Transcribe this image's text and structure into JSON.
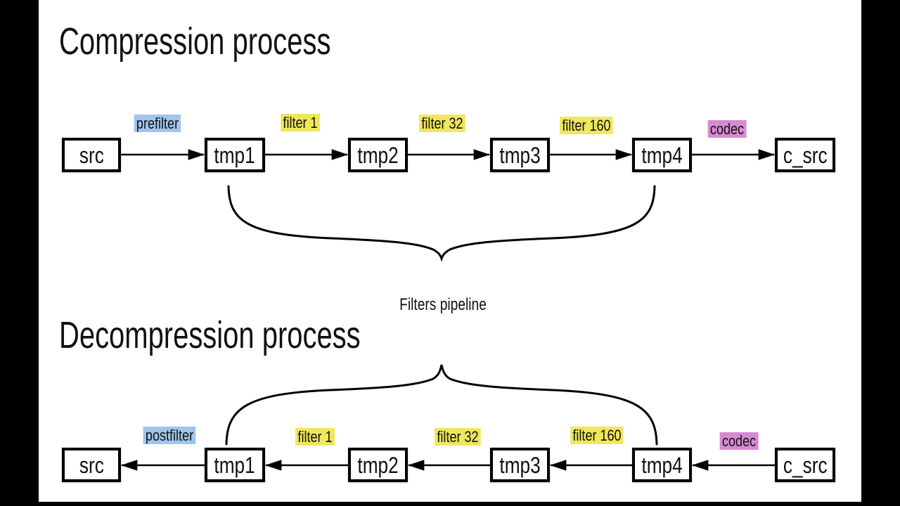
{
  "titles": {
    "compression": "Compression process",
    "decompression": "Decompression process"
  },
  "pipeline_label": "Filters pipeline",
  "colors": {
    "background": "#ffffff",
    "frame": "#000000",
    "node_border": "#000000",
    "text": "#111111",
    "highlight_blue": "#a0c4ec",
    "highlight_yellow": "#efe75c",
    "highlight_purple": "#d78ad2"
  },
  "compression": {
    "nodes": [
      "src",
      "tmp1",
      "tmp2",
      "tmp3",
      "tmp4",
      "c_src"
    ],
    "edges": [
      {
        "label": "prefilter",
        "highlight": "blue"
      },
      {
        "label": "filter 1",
        "highlight": "yellow"
      },
      {
        "label": "filter 32",
        "highlight": "yellow"
      },
      {
        "label": "filter 160",
        "highlight": "yellow"
      },
      {
        "label": "codec",
        "highlight": "purple"
      }
    ]
  },
  "decompression": {
    "nodes": [
      "src",
      "tmp1",
      "tmp2",
      "tmp3",
      "tmp4",
      "c_src"
    ],
    "edges": [
      {
        "label": "postfilter",
        "highlight": "blue"
      },
      {
        "label": "filter 1",
        "highlight": "yellow"
      },
      {
        "label": "filter 32",
        "highlight": "yellow"
      },
      {
        "label": "filter 160",
        "highlight": "yellow"
      },
      {
        "label": "codec",
        "highlight": "purple"
      }
    ]
  }
}
